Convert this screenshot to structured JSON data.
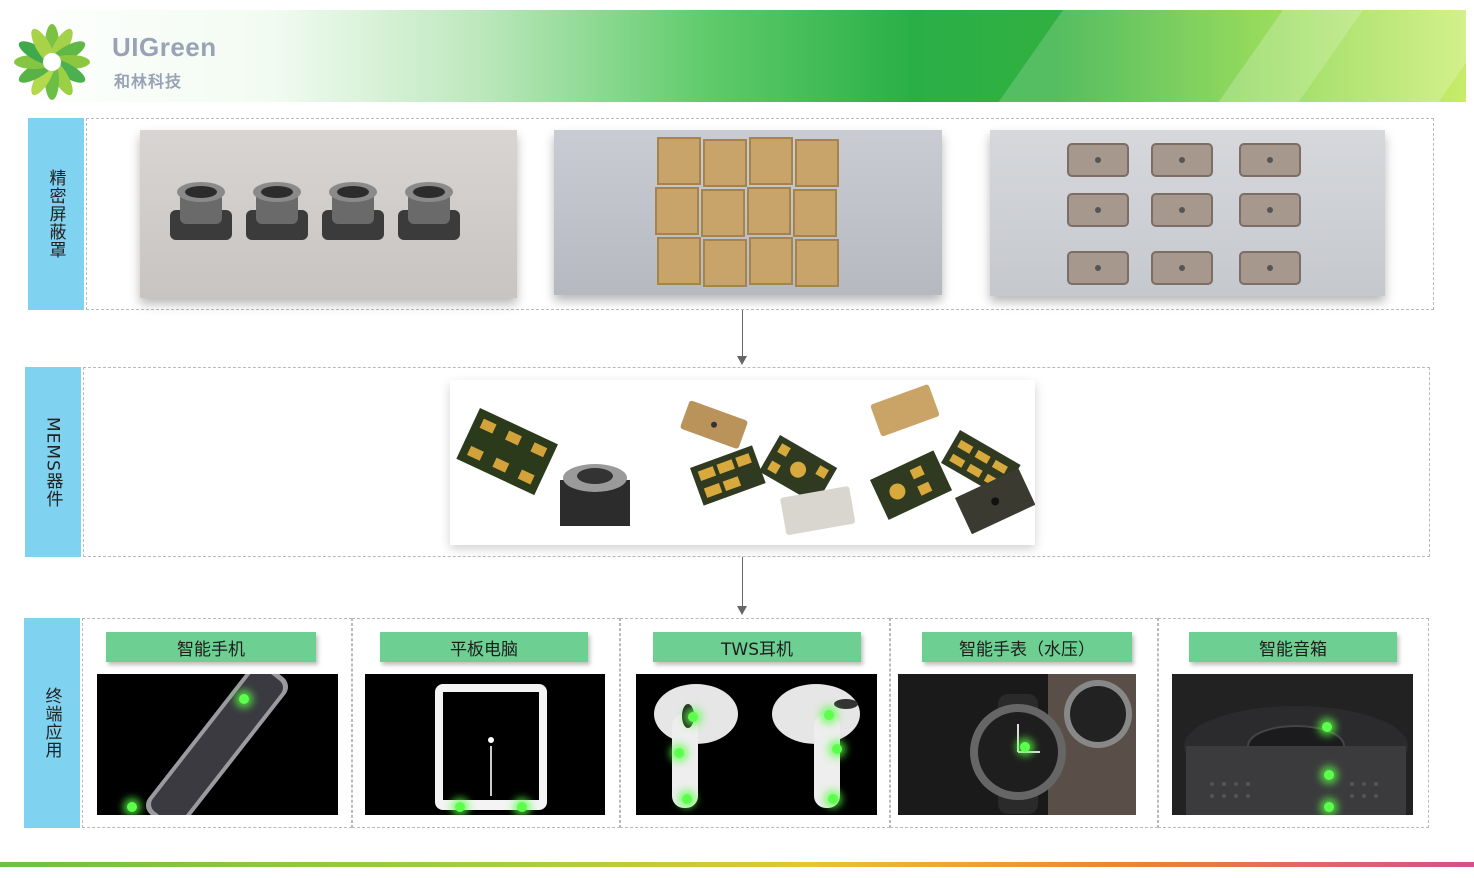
{
  "brand": {
    "name_en": "UIGreen",
    "name_cn": "和林科技"
  },
  "rows": {
    "precision_shield": {
      "label": "精密屏蔽罩"
    },
    "mems_device": {
      "label": "MEMS器件"
    },
    "end_application": {
      "label": "终端应用"
    }
  },
  "applications": [
    {
      "label": "智能手机"
    },
    {
      "label": "平板电脑"
    },
    {
      "label": "TWS耳机"
    },
    {
      "label": "智能手表（水压）"
    },
    {
      "label": "智能音箱"
    }
  ],
  "colors": {
    "row_label_bg": "#7fd2f0",
    "app_tag_bg": "#6dcf92",
    "highlight_glow": "#5cff4c"
  },
  "icons": [
    "flower-logo-icon",
    "arrow-down-icon"
  ]
}
